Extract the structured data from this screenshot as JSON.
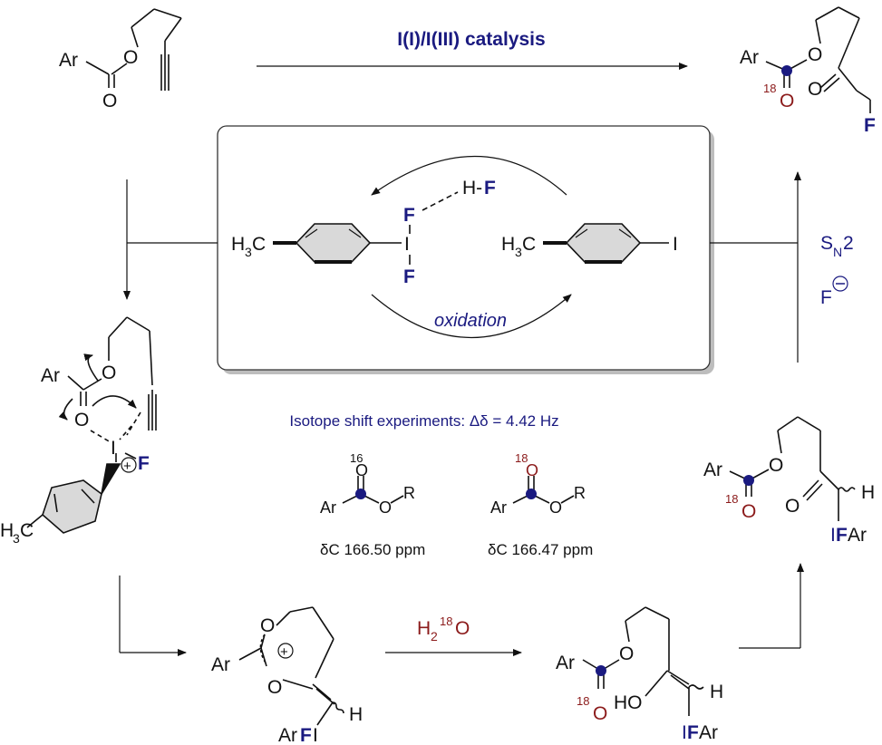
{
  "colors": {
    "navy": "#1a1a80",
    "red": "#8b1a1a",
    "black": "#111111",
    "box_border": "#333333",
    "box_shadow": "#bdbdbd"
  },
  "labels": {
    "catalysis_title": "I(I)/I(III) catalysis",
    "oxidation": "oxidation",
    "isotope_heading": "Isotope shift experiments: Δδ = 4.42 Hz",
    "shift_16": "δC 166.50 ppm",
    "shift_18": "δC 166.47 ppm",
    "sn2": "SN2",
    "fluoride": "F⊖",
    "h2_18o": "H2 18O"
  },
  "atoms": {
    "Ar": "Ar",
    "O": "O",
    "F": "F",
    "I": "I",
    "H": "H",
    "HO": "HO",
    "R": "R",
    "HF_H": "H-",
    "CH3_H": "H",
    "CH3_sub": "3",
    "CH3_C": "C",
    "ArF": "Ar",
    "IF": "I",
    "IAr": "Ar",
    "plus": "+",
    "iso16": "16",
    "iso18": "18",
    "S": "S",
    "N": "N",
    "two": "2",
    "minus": "−",
    "delta": "δ",
    "C_sub": "C"
  }
}
